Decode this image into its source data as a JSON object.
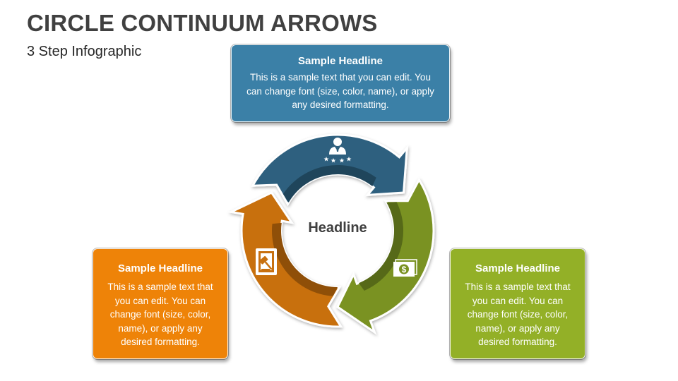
{
  "title": "CIRCLE CONTINUUM ARROWS",
  "subtitle": "3 Step Infographic",
  "center": {
    "label": "Headline"
  },
  "steps": [
    {
      "headline": "Sample Headline",
      "text": "This is a sample text that you can edit. You can change font (size, color, name), or apply any desired formatting.",
      "color": "#3b80a7",
      "arrow_color": "#2d617f",
      "inner_color": "#1f455b",
      "icon": "person-stars-icon"
    },
    {
      "headline": "Sample Headline",
      "text": "This is a sample text that you can edit. You can change font (size, color, name), or apply any desired formatting.",
      "color": "#93b027",
      "arrow_color": "#7a9222",
      "inner_color": "#566918",
      "icon": "money-bill-icon"
    },
    {
      "headline": "Sample Headline",
      "text": "This is a sample text that you can edit. You can change font (size, color, name), or apply any desired formatting.",
      "color": "#ee8308",
      "arrow_color": "#c8700f",
      "inner_color": "#8f4f08",
      "icon": "legal-book-gavel-icon"
    }
  ]
}
